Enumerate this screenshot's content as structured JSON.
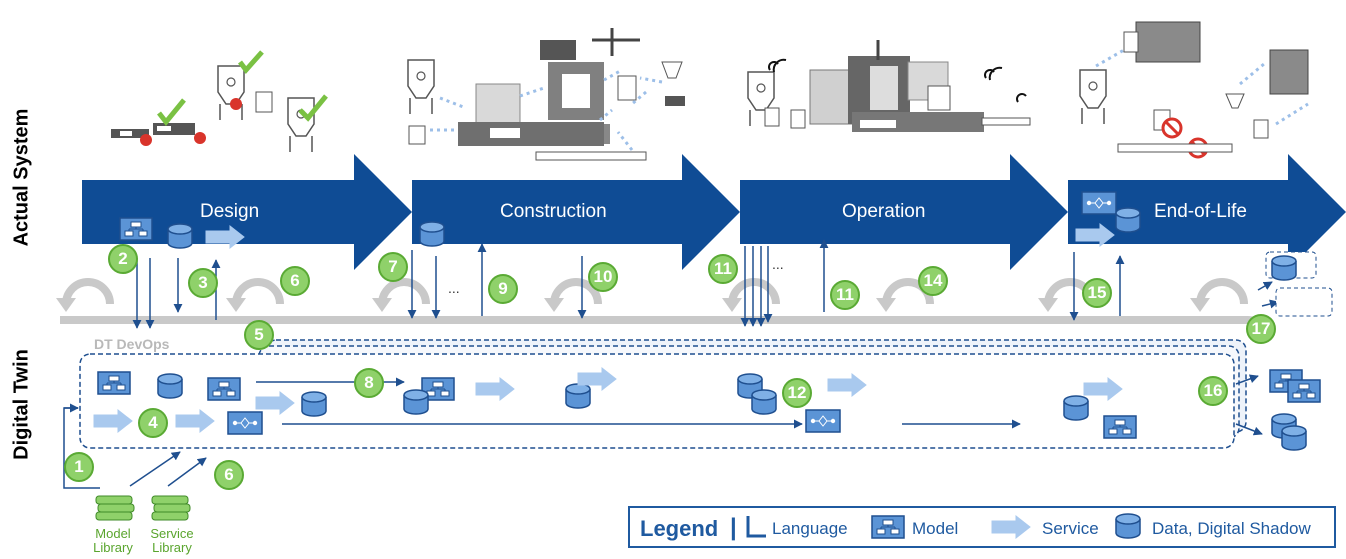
{
  "axis_labels": {
    "actual_system": "Actual System",
    "digital_twin": "Digital Twin"
  },
  "phases": [
    "Design",
    "Construction",
    "Operation",
    "End-of-Life"
  ],
  "devops_label": "DT DevOps",
  "steps": [
    "1",
    "2",
    "3",
    "4",
    "5",
    "6",
    "6",
    "7",
    "8",
    "9",
    "10",
    "11",
    "11",
    "12",
    "14",
    "15",
    "16",
    "17"
  ],
  "ellipsis": "...",
  "libraries": {
    "model": "Model Library",
    "service": "Service Library"
  },
  "legend": {
    "title": "Legend",
    "separator": "|",
    "language": "Language",
    "model": "Model",
    "service": "Service",
    "data": "Data, Digital Shadow"
  },
  "colors": {
    "phase_arrow": "#0f4c95",
    "step_fill": "#8fd16a",
    "icon_blue": "#5b94d6",
    "devops_gray": "#c9c9c9",
    "legend_blue": "#1f5aa0"
  }
}
